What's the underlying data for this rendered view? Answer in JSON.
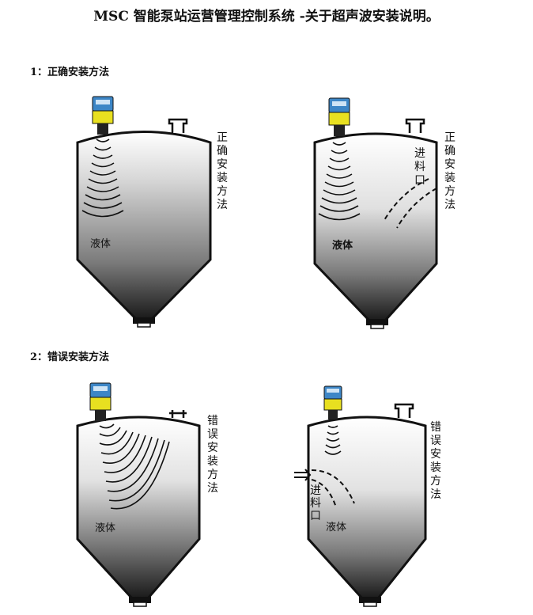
{
  "title": "MSC 智能泵站运营管理控制系统 -关于超声波安装说明。",
  "section1": "1：正确安装方法",
  "section2": "2：错误安装方法",
  "diagrams": [
    {
      "side_label": [
        "正",
        "确",
        "安",
        "装",
        "方",
        "法"
      ],
      "liquid": "液体"
    },
    {
      "side_label": [
        "正",
        "确",
        "安",
        "装",
        "方",
        "法"
      ],
      "inlet": [
        "进",
        "料",
        "口"
      ],
      "liquid": "液体"
    },
    {
      "side_label": [
        "错",
        "误",
        "安",
        "装",
        "方",
        "法"
      ],
      "liquid": "液体"
    },
    {
      "side_label": [
        "错",
        "误",
        "安",
        "装",
        "方",
        "法"
      ],
      "inlet": [
        "进",
        "料",
        "口"
      ],
      "liquid": "液体"
    }
  ],
  "colors": {
    "tank_outline": "#111111",
    "sensor_head": "#3d86c6",
    "sensor_body": "#e8e020",
    "liquid_dark": "#1a1a1a"
  }
}
